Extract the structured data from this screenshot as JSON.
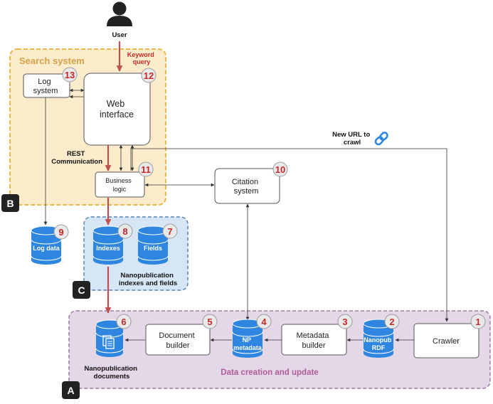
{
  "user": {
    "label": "User"
  },
  "search_system": {
    "title": "Search system",
    "keyword_query": [
      "Keyword",
      "query"
    ],
    "log_system": [
      "Log",
      "system"
    ],
    "web_interface": [
      "Web",
      "interface"
    ],
    "rest_label": [
      "REST",
      "Communication"
    ],
    "business_logic": [
      "Business",
      "logic"
    ],
    "letter": "B"
  },
  "citation_system": [
    "Citation",
    "system"
  ],
  "new_url": [
    "New URL to",
    "crawl"
  ],
  "log_data": "Log data",
  "np_indexes": {
    "indexes": "Indexes",
    "fields": "Fields",
    "caption": [
      "Nanopublication",
      "indexes and fields"
    ],
    "letter": "C"
  },
  "data_creation": {
    "title": "Data creation and update",
    "np_documents_caption": [
      "Nanopublication",
      "documents"
    ],
    "document_builder": [
      "Document",
      "builder"
    ],
    "np_metadata": [
      "NP",
      "metadata"
    ],
    "metadata_builder": [
      "Metadata",
      "builder"
    ],
    "nanopub_rdf": [
      "Nanopub",
      "RDF"
    ],
    "crawler": "Crawler",
    "letter": "A"
  },
  "badges": [
    "1",
    "2",
    "3",
    "4",
    "5",
    "6",
    "7",
    "8",
    "9",
    "10",
    "11",
    "12",
    "13"
  ],
  "colors": {
    "search_fill": "#fdeccb",
    "search_border": "#e8b84a",
    "search_title": "#d4a04a",
    "data_fill": "#e4d7e7",
    "data_border": "#9e7aa2",
    "data_title": "#b05c9a",
    "index_fill": "#d6e6f7",
    "index_border": "#5a82b3",
    "db_blue": "#2e86e0",
    "red_arrow": "#c0504d",
    "badge_text": "#c62828"
  }
}
